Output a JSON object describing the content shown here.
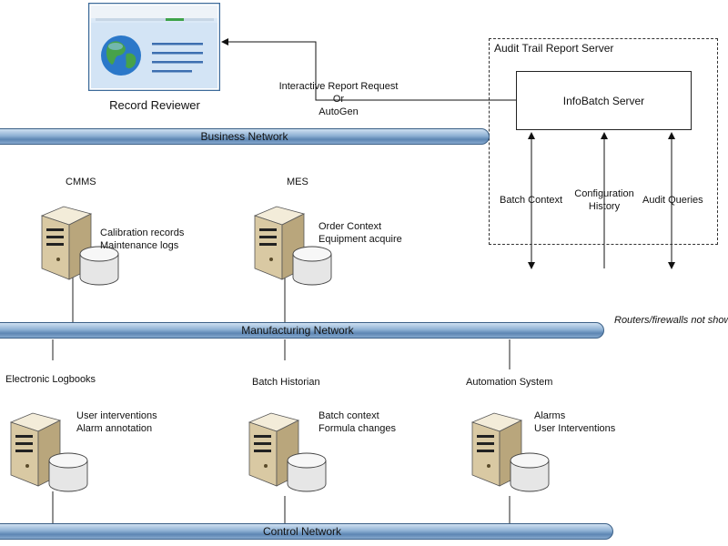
{
  "record_reviewer": {
    "label": "Record Reviewer"
  },
  "report_request": {
    "line1": "Interactive Report Request",
    "line2": "Or",
    "line3": "AutoGen"
  },
  "audit_server": {
    "title": "Audit Trail Report Server",
    "infobatch": "InfoBatch Server",
    "batch_context": "Batch Context",
    "config_line1": "Configuration",
    "config_line2": "History",
    "audit_queries": "Audit Queries"
  },
  "networks": {
    "business": "Business Network",
    "manufacturing": "Manufacturing Network",
    "control": "Control Network",
    "routers_note": "Routers/firewalls not shown"
  },
  "systems": {
    "cmms": {
      "name": "CMMS",
      "line1": "Calibration records",
      "line2": "Maintenance logs"
    },
    "mes": {
      "name": "MES",
      "line1": "Order Context",
      "line2": "Equipment acquire"
    },
    "logbooks": {
      "name": "Electronic Logbooks",
      "line1": "User interventions",
      "line2": "Alarm annotation"
    },
    "historian": {
      "name": "Batch Historian",
      "line1": "Batch context",
      "line2": "Formula changes"
    },
    "automation": {
      "name": "Automation System",
      "line1": "Alarms",
      "line2": "User Interventions"
    }
  },
  "colors": {
    "bus_dark": "#5d86b3",
    "bus_light": "#cfe0f1",
    "server_tan": "#e8dcc0",
    "screen_blue": "#dbe9f7"
  },
  "icons": [
    "monitor-globe-icon",
    "server-database-icon"
  ]
}
